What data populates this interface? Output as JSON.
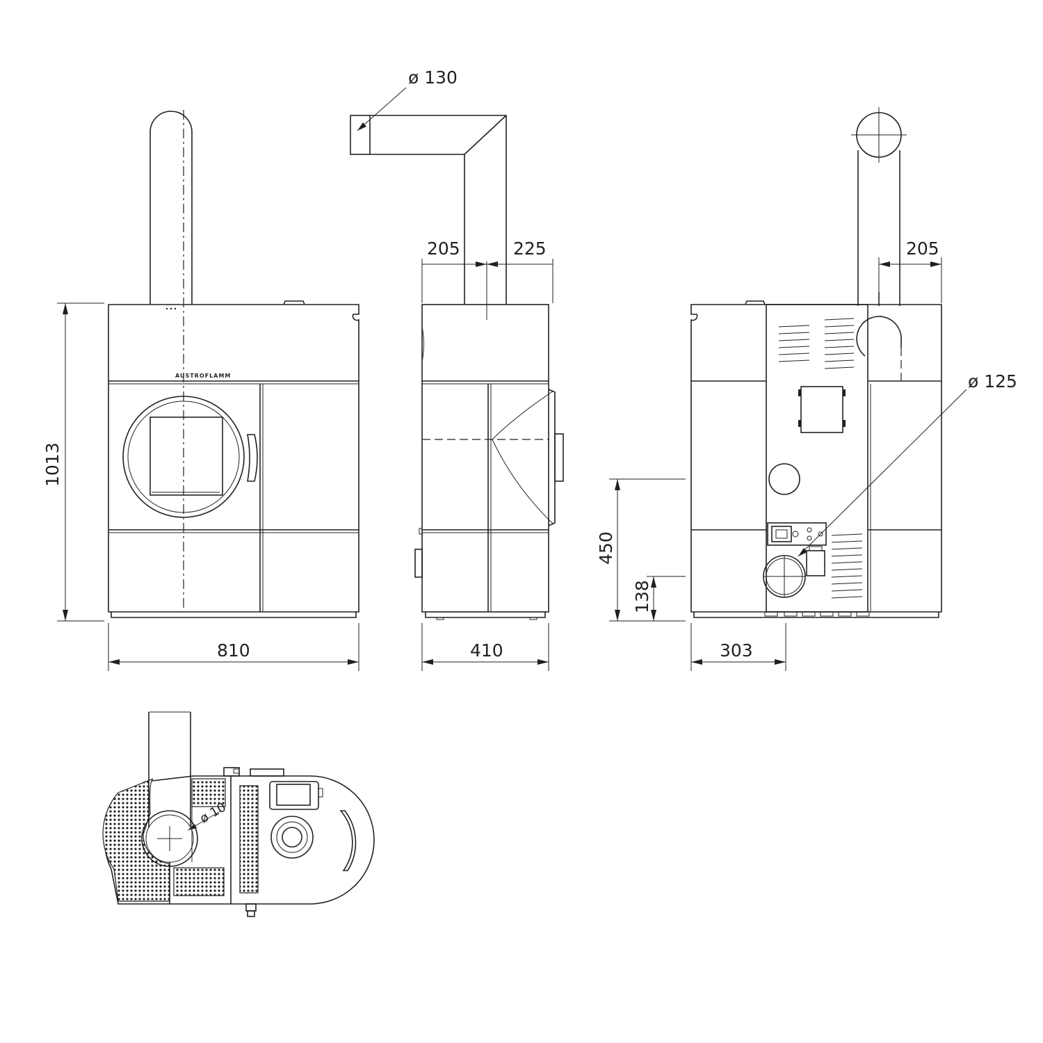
{
  "brand": "AUSTROFLAMM",
  "dimensions": {
    "outlet_flue_diameter": "ø 130",
    "inlet_diameter": "ø 125",
    "height": "1013",
    "width": "810",
    "depth": "410",
    "side_offset_front": "205",
    "side_offset_back": "225",
    "rear_offset": "205",
    "connection_height": "450",
    "inlet_height": "138",
    "rear_width": "303",
    "top_diameter": "ø 10"
  },
  "colors": {
    "line": "#231f20",
    "background": "#ffffff"
  }
}
